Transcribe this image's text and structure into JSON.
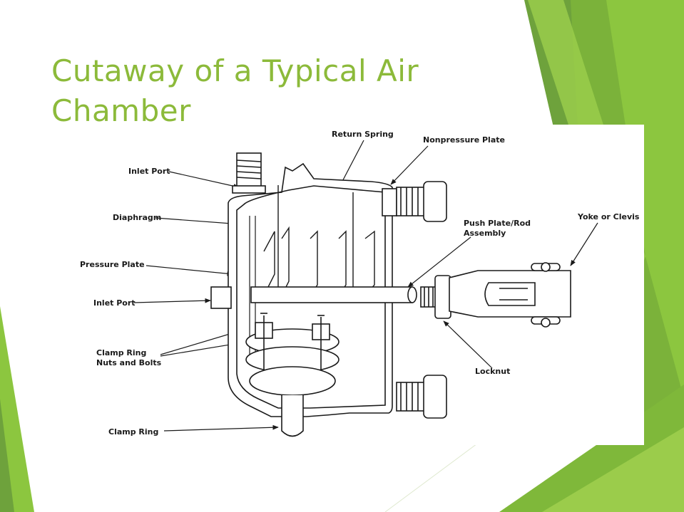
{
  "slide": {
    "title_lines": [
      "Cutaway of a Typical Air",
      "Chamber"
    ],
    "accent_color": "#8cba3a"
  },
  "diagram": {
    "labels": {
      "return_spring": "Return Spring",
      "nonpressure_plate": "Nonpressure Plate",
      "inlet_port_top": "Inlet Port",
      "diaphragm": "Diaphragm",
      "push_plate_line1": "Push Plate/Rod",
      "push_plate_line2": "Assembly",
      "yoke": "Yoke or Clevis",
      "pressure_plate": "Pressure Plate",
      "inlet_port_side": "Inlet Port",
      "clamp_nuts_line1": "Clamp Ring",
      "clamp_nuts_line2": "Nuts and Bolts",
      "locknut": "Locknut",
      "clamp_ring": "Clamp Ring"
    }
  }
}
